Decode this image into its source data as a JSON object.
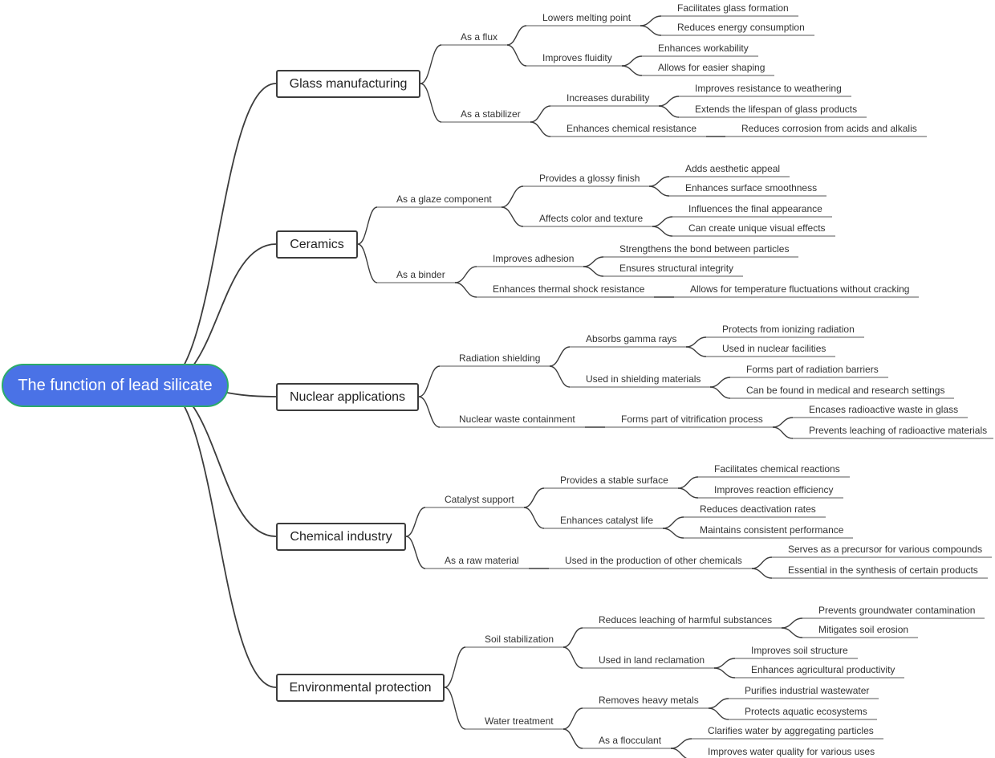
{
  "root": {
    "label": "The function of lead silicate"
  },
  "branches": [
    {
      "label": "Glass manufacturing",
      "children": [
        {
          "label": "As a flux",
          "children": [
            {
              "label": "Lowers melting point",
              "children": [
                {
                  "label": "Facilitates glass formation"
                },
                {
                  "label": "Reduces energy consumption"
                }
              ]
            },
            {
              "label": "Improves fluidity",
              "children": [
                {
                  "label": "Enhances workability"
                },
                {
                  "label": "Allows for easier shaping"
                }
              ]
            }
          ]
        },
        {
          "label": "As a stabilizer",
          "children": [
            {
              "label": "Increases durability",
              "children": [
                {
                  "label": "Improves resistance to weathering"
                },
                {
                  "label": "Extends the lifespan of glass products"
                }
              ]
            },
            {
              "label": "Enhances chemical resistance",
              "children": [
                {
                  "label": "Reduces corrosion from acids and alkalis"
                }
              ]
            }
          ]
        }
      ]
    },
    {
      "label": "Ceramics",
      "children": [
        {
          "label": "As a glaze component",
          "children": [
            {
              "label": "Provides a glossy finish",
              "children": [
                {
                  "label": "Adds aesthetic appeal"
                },
                {
                  "label": "Enhances surface smoothness"
                }
              ]
            },
            {
              "label": "Affects color and texture",
              "children": [
                {
                  "label": "Influences the final appearance"
                },
                {
                  "label": "Can create unique visual effects"
                }
              ]
            }
          ]
        },
        {
          "label": "As a binder",
          "children": [
            {
              "label": "Improves adhesion",
              "children": [
                {
                  "label": "Strengthens the bond between particles"
                },
                {
                  "label": "Ensures structural integrity"
                }
              ]
            },
            {
              "label": "Enhances thermal shock resistance",
              "children": [
                {
                  "label": "Allows for temperature fluctuations without cracking"
                }
              ]
            }
          ]
        }
      ]
    },
    {
      "label": "Nuclear applications",
      "children": [
        {
          "label": "Radiation shielding",
          "children": [
            {
              "label": "Absorbs gamma rays",
              "children": [
                {
                  "label": "Protects from ionizing radiation"
                },
                {
                  "label": "Used in nuclear facilities"
                }
              ]
            },
            {
              "label": "Used in shielding materials",
              "children": [
                {
                  "label": "Forms part of radiation barriers"
                },
                {
                  "label": "Can be found in medical and research settings"
                }
              ]
            }
          ]
        },
        {
          "label": "Nuclear waste containment",
          "children": [
            {
              "label": "Forms part of vitrification process",
              "children": [
                {
                  "label": "Encases radioactive waste in glass"
                },
                {
                  "label": "Prevents leaching of radioactive materials"
                }
              ]
            }
          ]
        }
      ]
    },
    {
      "label": "Chemical industry",
      "children": [
        {
          "label": "Catalyst support",
          "children": [
            {
              "label": "Provides a stable surface",
              "children": [
                {
                  "label": "Facilitates chemical reactions"
                },
                {
                  "label": "Improves reaction efficiency"
                }
              ]
            },
            {
              "label": "Enhances catalyst life",
              "children": [
                {
                  "label": "Reduces deactivation rates"
                },
                {
                  "label": "Maintains consistent performance"
                }
              ]
            }
          ]
        },
        {
          "label": "As a raw material",
          "children": [
            {
              "label": "Used in the production of other chemicals",
              "children": [
                {
                  "label": "Serves as a precursor for various compounds"
                },
                {
                  "label": "Essential in the synthesis of certain products"
                }
              ]
            }
          ]
        }
      ]
    },
    {
      "label": "Environmental protection",
      "children": [
        {
          "label": "Soil stabilization",
          "children": [
            {
              "label": "Reduces leaching of harmful substances",
              "children": [
                {
                  "label": "Prevents groundwater contamination"
                },
                {
                  "label": "Mitigates soil erosion"
                }
              ]
            },
            {
              "label": "Used in land reclamation",
              "children": [
                {
                  "label": "Improves soil structure"
                },
                {
                  "label": "Enhances agricultural productivity"
                }
              ]
            }
          ]
        },
        {
          "label": "Water treatment",
          "children": [
            {
              "label": "Removes heavy metals",
              "children": [
                {
                  "label": "Purifies industrial wastewater"
                },
                {
                  "label": "Protects aquatic ecosystems"
                }
              ]
            },
            {
              "label": "As a flocculant",
              "children": [
                {
                  "label": "Clarifies water by aggregating particles"
                },
                {
                  "label": "Improves water quality for various uses"
                }
              ]
            }
          ]
        }
      ]
    }
  ]
}
